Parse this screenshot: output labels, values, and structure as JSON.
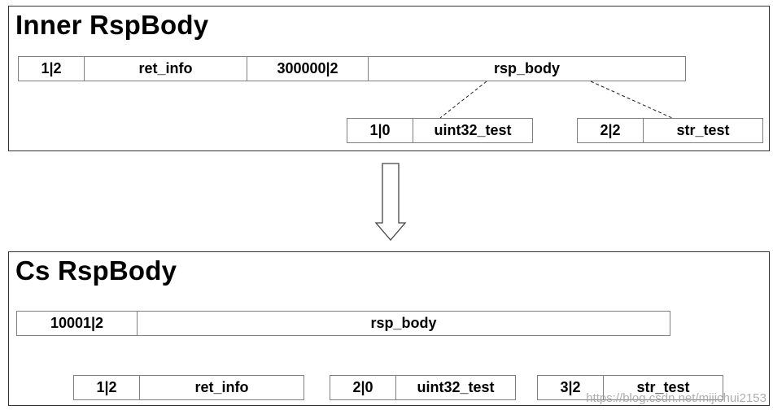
{
  "inner": {
    "title": "Inner RspBody",
    "row1": [
      "1|2",
      "ret_info",
      "300000|2",
      "rsp_body"
    ],
    "child_a": [
      "1|0",
      "uint32_test"
    ],
    "child_b": [
      "2|2",
      "str_test"
    ]
  },
  "cs": {
    "title": "Cs RspBody",
    "row1": [
      "10001|2",
      "rsp_body"
    ],
    "child_a": [
      "1|2",
      "ret_info"
    ],
    "child_b": [
      "2|0",
      "uint32_test"
    ],
    "child_c": [
      "3|2",
      "str_test"
    ]
  },
  "arrow_icon": "down-arrow-icon",
  "watermark": "https://blog.csdn.net/mijichui2153",
  "colors": {
    "border": "#333333",
    "cell_border": "#7f7f7f",
    "watermark": "#a0a0a0"
  }
}
